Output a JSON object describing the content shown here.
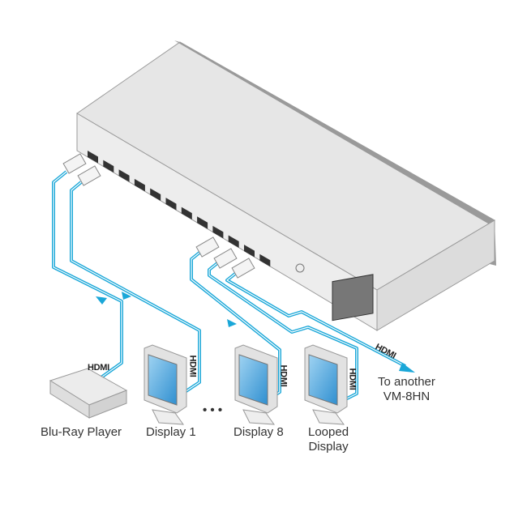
{
  "colors": {
    "cable": "#1aa7d8",
    "device": "#e4e4e4",
    "screen": "#2f9ad8"
  },
  "cable_label": "HDMI",
  "devices": {
    "bluray": "Blu-Ray Player",
    "display1": "Display 1",
    "display8": "Display 8",
    "looped": "Looped Display",
    "looped_line1": "Looped",
    "looped_line2": "Display",
    "ellipsis": "• • •"
  },
  "output": {
    "line1": "To another",
    "line2": "VM-8HN"
  }
}
